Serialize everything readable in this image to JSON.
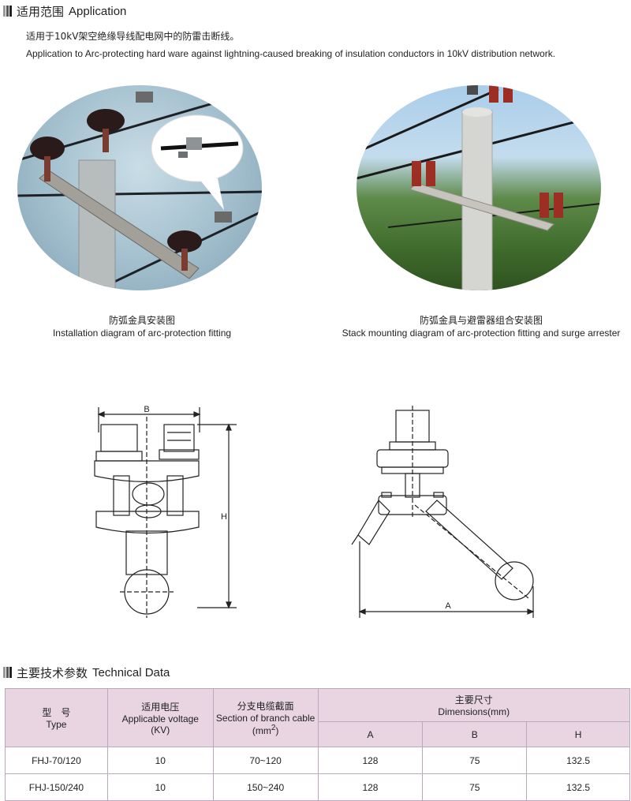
{
  "application": {
    "heading_zh": "适用范围",
    "heading_en": "Application",
    "text_zh": "适用于10kV架空绝缘导线配电网中的防雷击断线。",
    "text_en": "Application to Arc-protecting hard ware against lightning-caused breaking of insulation conductors in 10kV distribution network."
  },
  "figures": {
    "left_caption_zh": "防弧金具安装图",
    "left_caption_en": "Installation diagram of arc-protection fitting",
    "right_caption_zh": "防弧金具与避雷器组合安装图",
    "right_caption_en": "Stack mounting diagram of arc-protection fitting and surge arrester"
  },
  "drawings": {
    "left_dim_b": "B",
    "left_dim_h": "H",
    "right_dim_a": "A"
  },
  "technical": {
    "heading_zh": "主要技术参数",
    "heading_en": "Technical Data",
    "headers": {
      "type_zh": "型　号",
      "type_en": "Type",
      "voltage_zh": "适用电压",
      "voltage_en": "Applicable voltage",
      "voltage_unit": "(KV)",
      "section_zh": "分支电缆截面",
      "section_en": "Section of branch cable",
      "section_unit": "(mm",
      "section_unit_sup": "2",
      "section_unit_close": ")",
      "dims_zh": "主要尺寸",
      "dims_en": "Dimensions(mm)",
      "a": "A",
      "b": "B",
      "h": "H"
    },
    "rows": [
      {
        "type": "FHJ-70/120",
        "voltage": "10",
        "section": "70~120",
        "a": "128",
        "b": "75",
        "h": "132.5"
      },
      {
        "type": "FHJ-150/240",
        "voltage": "10",
        "section": "150~240",
        "a": "128",
        "b": "75",
        "h": "132.5"
      }
    ]
  }
}
